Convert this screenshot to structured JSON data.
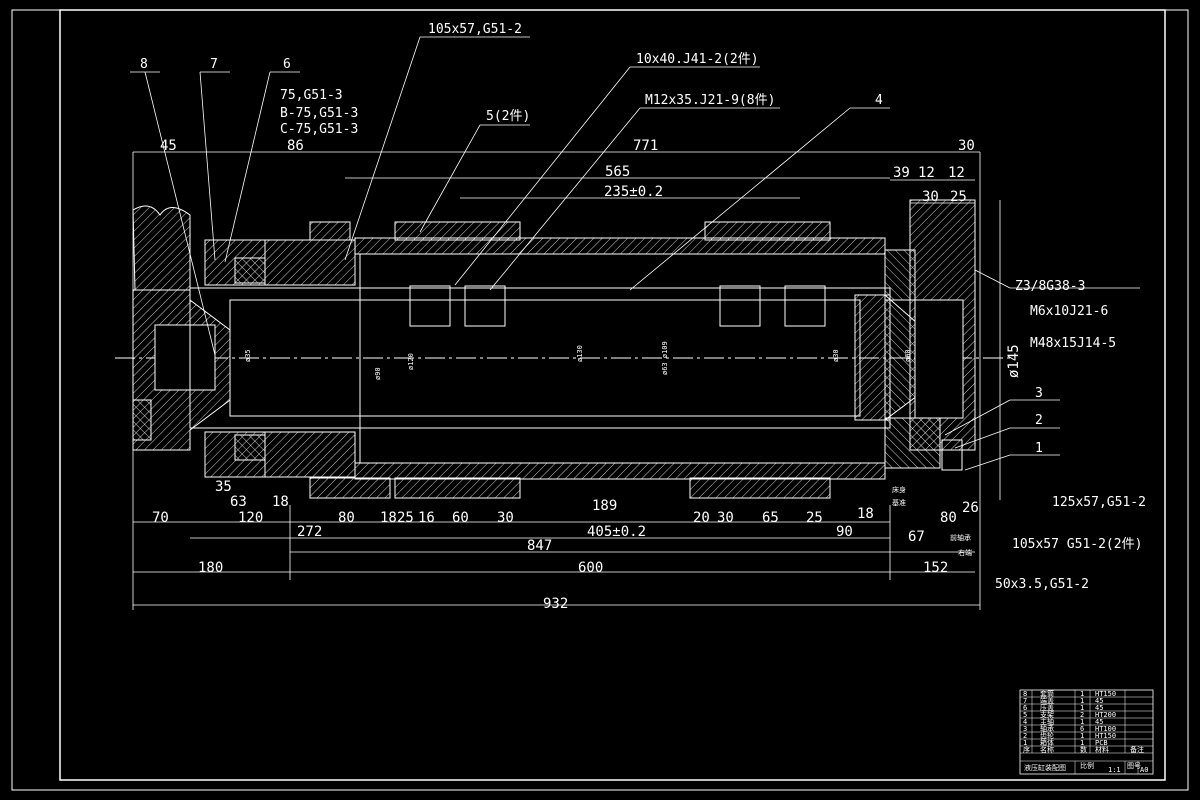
{
  "drawing": {
    "part_labels": [
      "8",
      "7",
      "6",
      "5(2件)",
      "4",
      "3",
      "2",
      "1"
    ],
    "callouts": {
      "c_105x57_g51_2": "105x57,G51-2",
      "c_10x40_j41_2": "10x40.J41-2(2件)",
      "c_m12x35_j21_9": "M12x35.J21-9(8件)",
      "c_75_g51_3": "75,G51-3",
      "c_b75_g51_3": "B-75,G51-3",
      "c_c75_g51_3": "C-75,G51-3",
      "c_z3_8g38_3": "Z3/8G38-3",
      "c_m6x10_j21_6": "M6x10J21-6",
      "c_m48x15_j14_5": "M48x15J14-5",
      "c_125x57_g51_2": "125x57,G51-2",
      "c_105x57_g51_2_2": "105x57 G51-2(2件)",
      "c_50x3_5_g51_2": "50x3.5,G51-2"
    },
    "top_dims": {
      "d45": "45",
      "d86": "86",
      "d771": "771",
      "d30": "30",
      "d565": "565",
      "d235": "235±0.2",
      "d39": "39",
      "d12a": "12",
      "d12b": "12",
      "d30b": "30",
      "d25": "25",
      "d145": "ø145"
    },
    "bottom_dims": {
      "d35": "35",
      "d63": "63",
      "d18": "18",
      "d70": "70",
      "d120": "120",
      "d80": "80",
      "d18b": "18",
      "d25": "25",
      "d16": "16",
      "d60": "60",
      "d30": "30",
      "d189": "189",
      "d20": "20",
      "d30b": "30",
      "d65": "65",
      "d25b": "25",
      "d18c": "18",
      "d90": "90",
      "d80b": "80",
      "d26": "26",
      "d272": "272",
      "d405": "405±0.2",
      "d67": "67",
      "d847": "847",
      "d180": "180",
      "d600": "600",
      "d152": "152",
      "d932": "932"
    },
    "diameter_labels": [
      "ø90",
      "ø120",
      "ø130",
      "ø63 ø109",
      "ø30",
      "ø35",
      "ø60"
    ],
    "side_notes": [
      "床身",
      "基准",
      "前轴承",
      "右端"
    ]
  },
  "title_block": {
    "rows": [
      [
        "8",
        "套筒",
        "1",
        "HT150"
      ],
      [
        "7",
        "端盖",
        "1",
        "45"
      ],
      [
        "6",
        "压盖",
        "1",
        "45"
      ],
      [
        "5",
        "支架",
        "2",
        "HT200"
      ],
      [
        "4",
        "主轴",
        "1",
        "45"
      ],
      [
        "3",
        "轴承",
        "6",
        "HT100"
      ],
      [
        "2",
        "齿轮",
        "1",
        "HT150"
      ],
      [
        "1",
        "箱体",
        "1",
        "PCB"
      ]
    ],
    "header": [
      "序",
      "名称",
      "数",
      "材料",
      "备注"
    ],
    "drawing_name": "液压缸装配图",
    "scale_label": "比例",
    "scale_value": "1:1",
    "sheet_label": "图号",
    "sheet_value": "A0"
  },
  "colors": {
    "background": "#000000",
    "line": "#ffffff",
    "hatch": "#ffffff"
  }
}
